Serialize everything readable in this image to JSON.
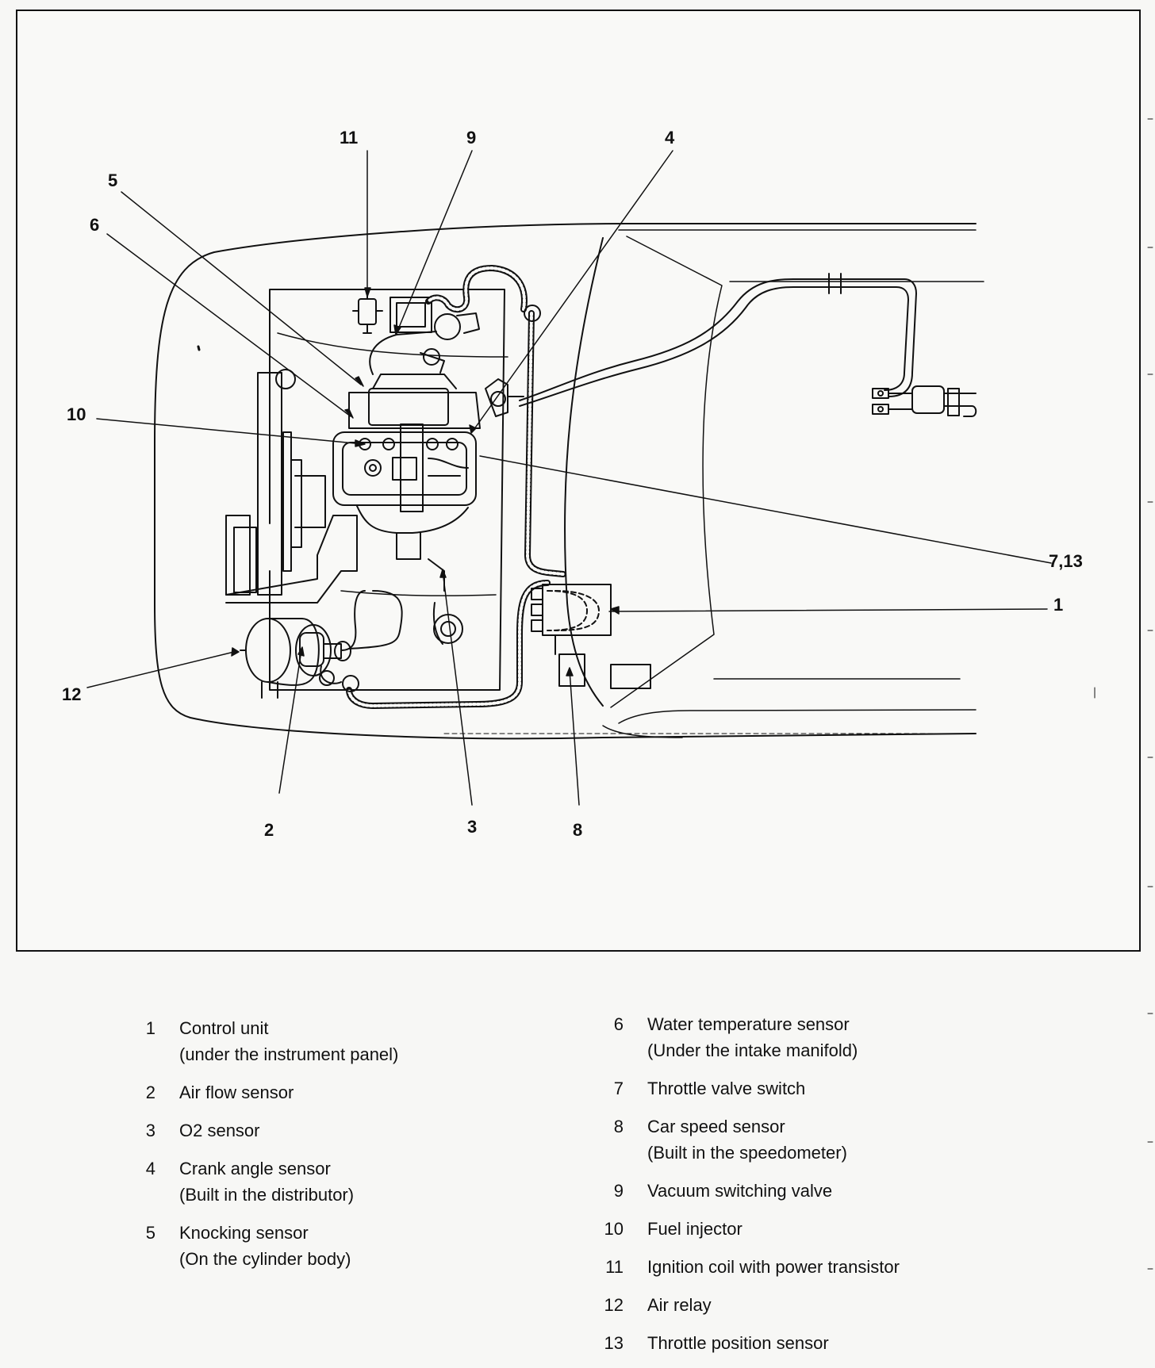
{
  "callouts": {
    "c1": "1",
    "c2": "2",
    "c3": "3",
    "c4": "4",
    "c5": "5",
    "c6": "6",
    "c7_13": "7,13",
    "c8": "8",
    "c9": "9",
    "c10": "10",
    "c11": "11",
    "c12": "12"
  },
  "legend": [
    {
      "num": "1",
      "lines": [
        "Control unit",
        "(under the instrument panel)"
      ]
    },
    {
      "num": "2",
      "lines": [
        "Air flow sensor"
      ]
    },
    {
      "num": "3",
      "lines": [
        "O2 sensor"
      ]
    },
    {
      "num": "4",
      "lines": [
        "Crank angle sensor",
        "(Built in the distributor)"
      ]
    },
    {
      "num": "5",
      "lines": [
        "Knocking sensor",
        "(On the cylinder body)"
      ]
    },
    {
      "num": "6",
      "lines": [
        "Water temperature sensor",
        "(Under the intake manifold)"
      ]
    },
    {
      "num": "7",
      "lines": [
        "Throttle valve switch"
      ]
    },
    {
      "num": "8",
      "lines": [
        "Car speed sensor",
        "(Built in the speedometer)"
      ]
    },
    {
      "num": "9",
      "lines": [
        "Vacuum switching valve"
      ]
    },
    {
      "num": "10",
      "lines": [
        "Fuel injector"
      ]
    },
    {
      "num": "11",
      "lines": [
        "Ignition coil with power transistor"
      ]
    },
    {
      "num": "12",
      "lines": [
        "Air relay"
      ]
    },
    {
      "num": "13",
      "lines": [
        "Throttle position sensor"
      ]
    }
  ]
}
